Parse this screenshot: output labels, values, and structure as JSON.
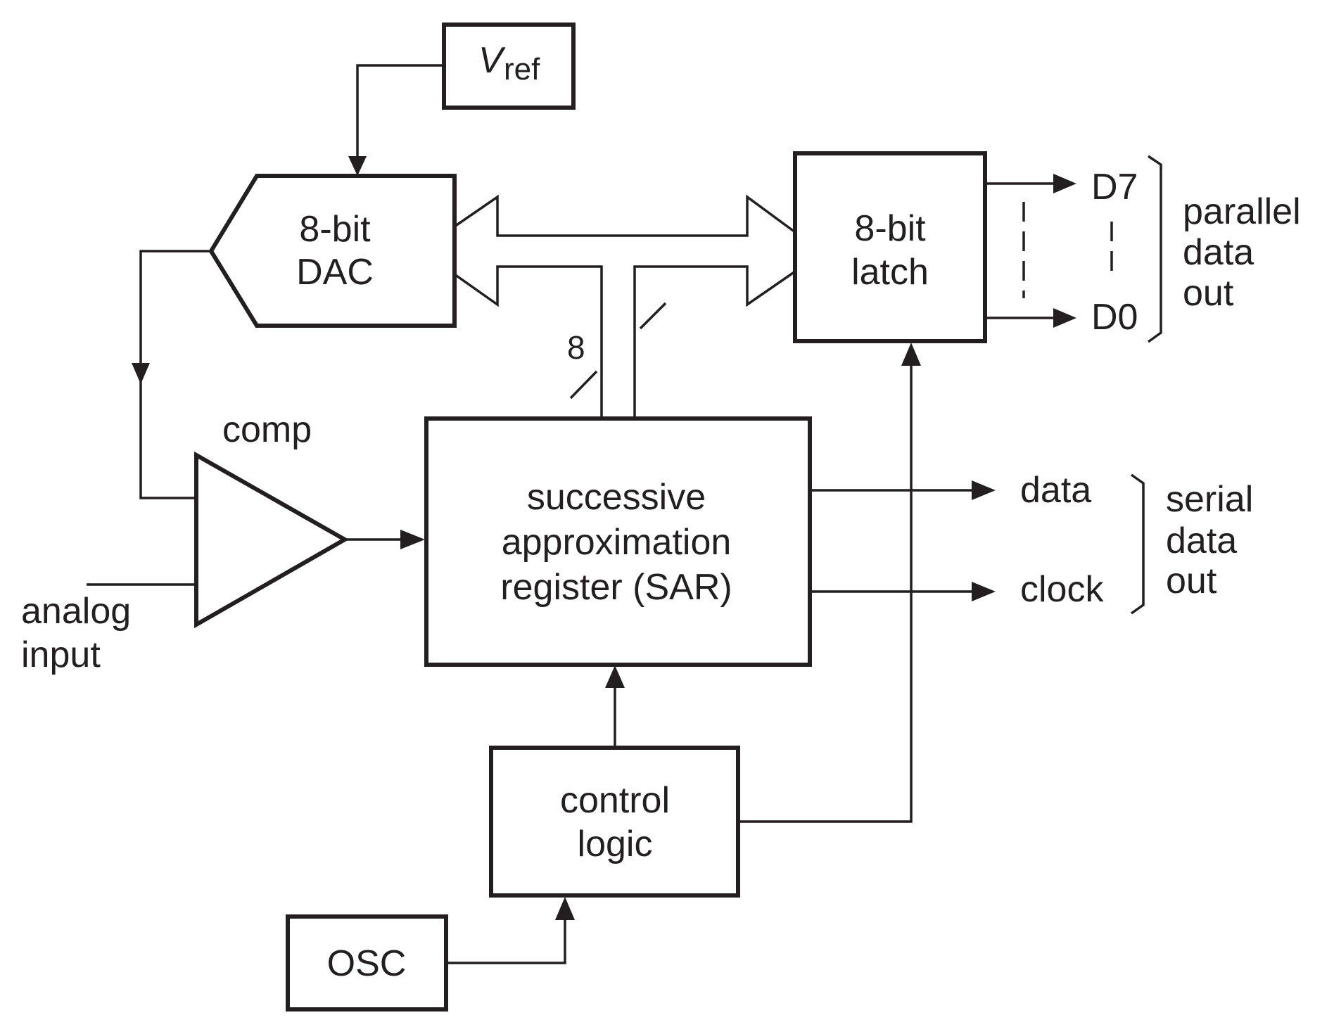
{
  "figure": {
    "type": "block-diagram",
    "subject": "successive approximation ADC"
  },
  "blocks": {
    "vref": {
      "main": "V",
      "sub": "ref"
    },
    "dac": {
      "line1": "8-bit",
      "line2": "DAC"
    },
    "comparator": {
      "label": "comp"
    },
    "sar": {
      "line1": "successive",
      "line2": "approximation",
      "line3": "register (SAR)"
    },
    "latch": {
      "line1": "8-bit",
      "line2": "latch"
    },
    "control": {
      "line1": "control",
      "line2": "logic"
    },
    "osc": {
      "label": "OSC"
    }
  },
  "bus": {
    "width_label": "8"
  },
  "inputs": {
    "analog_line1": "analog",
    "analog_line2": "input"
  },
  "parallel_outputs": {
    "msb": "D7",
    "lsb": "D0",
    "group_line1": "parallel",
    "group_line2": "data",
    "group_line3": "out"
  },
  "serial_outputs": {
    "data": "data",
    "clock": "clock",
    "group_line1": "serial",
    "group_line2": "data",
    "group_line3": "out"
  },
  "colors": {
    "ink": "#231f20",
    "background": "#ffffff"
  }
}
